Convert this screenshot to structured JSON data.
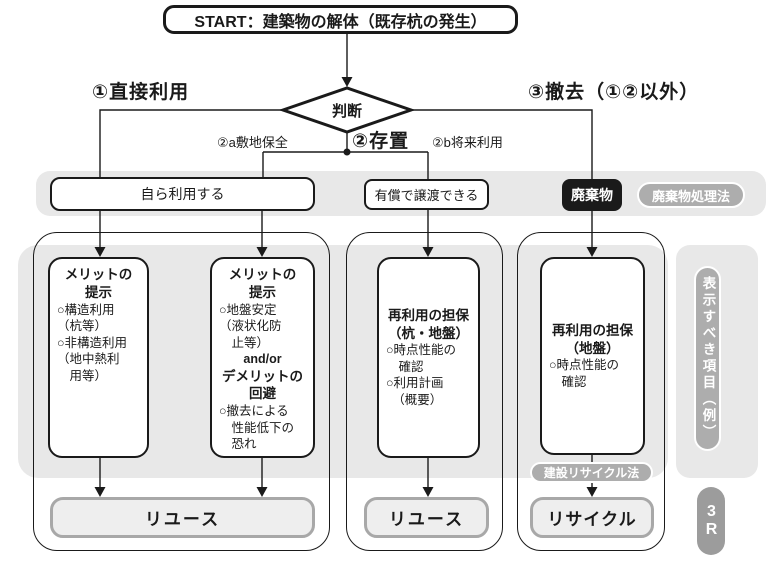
{
  "title": "START：建築物の解体（既存杭の発生）",
  "decision": "判断",
  "branches": {
    "b1": "①直接利用",
    "b2": "②存置",
    "b2a": "②a敷地保全",
    "b2b": "②b将来利用",
    "b3": "③撤去（①②以外）"
  },
  "row1": {
    "self_use": "自ら利用する",
    "transfer": "有償で譲渡できる",
    "waste": "廃棄物",
    "waste_law": "廃棄物処理法"
  },
  "boxes": {
    "a": {
      "header": [
        "メリットの",
        "提示"
      ],
      "body": [
        "○構造利用",
        "（杭等）",
        "○非構造利用",
        "（地中熱利",
        "　用等）"
      ]
    },
    "b": {
      "header": [
        "メリットの",
        "提示"
      ],
      "body1": [
        "○地盤安定",
        "（液状化防",
        "　止等）"
      ],
      "connector": "and/or",
      "header2": [
        "デメリットの",
        "回避"
      ],
      "body2": [
        "○撤去による",
        "　性能低下の",
        "　恐れ"
      ]
    },
    "c": {
      "header": [
        "再利用の担保",
        "（杭・地盤）"
      ],
      "body": [
        "○時点性能の",
        "　確認",
        "○利用計画",
        "　（概要）"
      ]
    },
    "d": {
      "header": [
        "再利用の担保",
        "（地盤）"
      ],
      "body": [
        "○時点性能の",
        "　確認"
      ]
    }
  },
  "outcomes": {
    "reuse1": "リユース",
    "reuse2": "リユース",
    "recycle": "リサイクル"
  },
  "side": {
    "display_items": "表示すべき項目（例）",
    "three_r": "3R",
    "recycle_law": "建設リサイクル法"
  },
  "colors": {
    "ink": "#1a1a1a",
    "light_gray": "#e8e8e8",
    "pill_gray": "#adadad",
    "capsule_gray": "#9c9c9c",
    "outcome_fill": "#eeeeee",
    "outcome_border": "#a8a8a8"
  }
}
